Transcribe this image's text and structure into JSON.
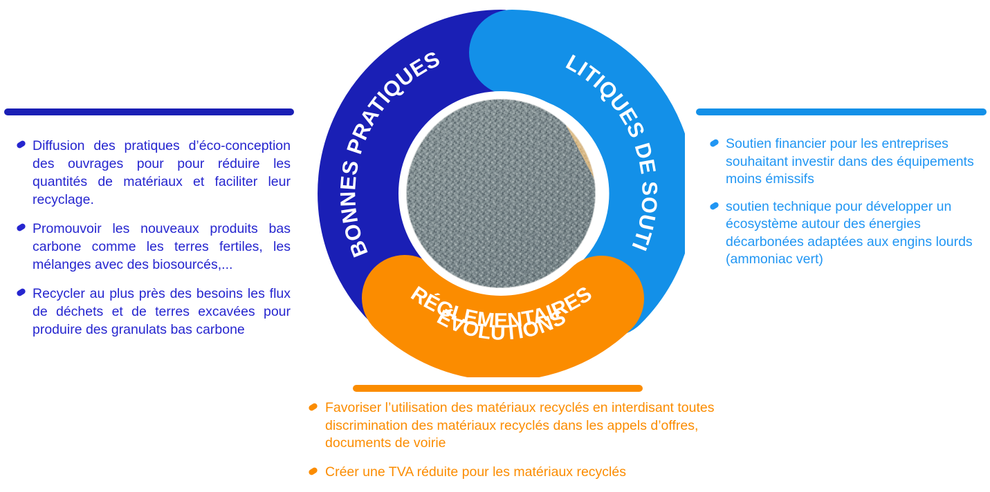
{
  "theme": {
    "dark_blue": "#1a1fb5",
    "text_dark_blue": "#2626cf",
    "light_blue": "#1390e8",
    "text_light_blue": "#2196f3",
    "orange": "#fb8c00",
    "white": "#ffffff"
  },
  "diagram": {
    "type": "donut-three-segment",
    "center_image_caption": "photo de granulats gris et de sable",
    "segments": [
      {
        "id": "bonnes-pratiques",
        "label": "BONNES PRATIQUES",
        "color": "#1a1fb5"
      },
      {
        "id": "politiques-de-soutien",
        "label": "POLITIQUES DE SOUTIEN",
        "color": "#1390e8"
      },
      {
        "id": "evolutions-reglementaires",
        "label_line1": "ÉVOLUTIONS",
        "label_line2": "RÉGLEMENTAIRES",
        "color": "#fb8c00"
      }
    ]
  },
  "panels": {
    "left": {
      "accent_color": "#1a1fb5",
      "bullets": [
        "Diffusion des pratiques d’éco-conception des ouvrages pour pour réduire les quantités de matériaux et faciliter leur recyclage.",
        "Promouvoir les nouveaux produits bas carbone comme les terres fertiles, les mélanges avec des biosourcés,...",
        "Recycler au plus près des besoins les flux de déchets et de terres excavées pour produire des granulats bas carbone"
      ]
    },
    "right": {
      "accent_color": "#1390e8",
      "bullets": [
        "Soutien financier pour les entreprises souhaitant investir dans des équipements moins émissifs",
        "soutien technique pour développer un écosystème autour des énergies décarbonées adaptées aux engins lourds (ammoniac vert)"
      ]
    },
    "bottom": {
      "accent_color": "#fb8c00",
      "bullets": [
        "Favoriser l’utilisation des matériaux recyclés en interdisant toutes discrimination des matériaux recyclés dans les appels d’offres, documents de voirie",
        "Créer une TVA réduite pour les matériaux recyclés"
      ]
    }
  }
}
